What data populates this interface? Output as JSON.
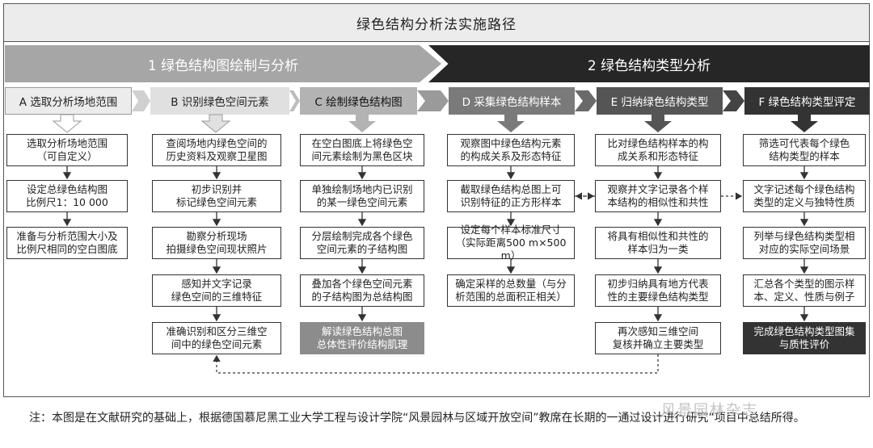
{
  "title": "绿色结构分析法实施路径",
  "phases": [
    "1  绿色结构图绘制与分析",
    "2  绿色结构类型分析"
  ],
  "columns": [
    {
      "header": "A 选取分析场地范围",
      "steps": [
        "选取分析场地范围\n（可自定义）",
        "设定总绿色结构图\n比例尺1：10 000",
        "准备与分析范围大小及\n比例尺相同的空白图底"
      ]
    },
    {
      "header": "B 识别绿色空间元素",
      "steps": [
        "查阅场地内绿色空间的\n历史资料及观察卫星图",
        "初步识别并\n标记绿色空间元素",
        "勘察分析现场\n拍摄绿色空间现状照片",
        "感知并文字记录\n绿色空间的三维特征",
        "准确识别和区分三维空\n间中的绿色空间元素"
      ]
    },
    {
      "header": "C 绘制绿色结构图",
      "steps": [
        "在空白图底上将绿色空\n间元素绘制为黑色区块",
        "单独绘制场地内已识别\n的某一绿色空间元素",
        "分层绘制完成各个绿色\n空间元素的子结构图",
        "叠加各个绿色空间元素\n的子结构图为总结构图",
        "解读绿色结构总图\n总体性评价结构肌理"
      ]
    },
    {
      "header": "D 采集绿色结构样本",
      "steps": [
        "观察图中绿色结构元素\n的构成关系及形态特征",
        "截取绿色结构总图上可\n识别特征的正方形样本",
        "设定每个样本标准尺寸\n（实际距离500 m×500 m）",
        "确定采样的总数量（与分\n析范围的总面积正相关）"
      ]
    },
    {
      "header": "E 归纳绿色结构类型",
      "steps": [
        "比对绿色结构样本的构\n成关系和形态特征",
        "观察并文字记录各个样\n本结构的相似性和共性",
        "将具有相似性和共性的\n样本归为一类",
        "初步归纳具有地方代表\n性的主要绿色结构类型",
        "再次感知三维空间\n复核并确立主要类型"
      ]
    },
    {
      "header": "F 绿色结构类型评定",
      "steps": [
        "筛选可代表每个绿色\n结构类型的样本",
        "文字记述每个绿色结构\n类型的定义与独特性质",
        "列举与绿色结构类型相\n对应的实际空间场景",
        "汇总各个类型的图示样\n本、定义、性质与例子",
        "完成绿色结构类型图集\n与质性评价"
      ]
    }
  ],
  "note": "注：本图是在文献研究的基础上，根据德国慕尼黑工业大学工程与设计学院“风景园林与区域开放空间”教席在长期的一通过设计进行研究”项目中总结所得。",
  "watermark": "风景园林杂志",
  "colors": {
    "phase1": "#a6a6a6",
    "phase2": "#262626",
    "header_light": "#ececec",
    "header_mid": "#bdbdbd",
    "header_dark": "#8c8c8c",
    "header_darkest": "#333333"
  }
}
